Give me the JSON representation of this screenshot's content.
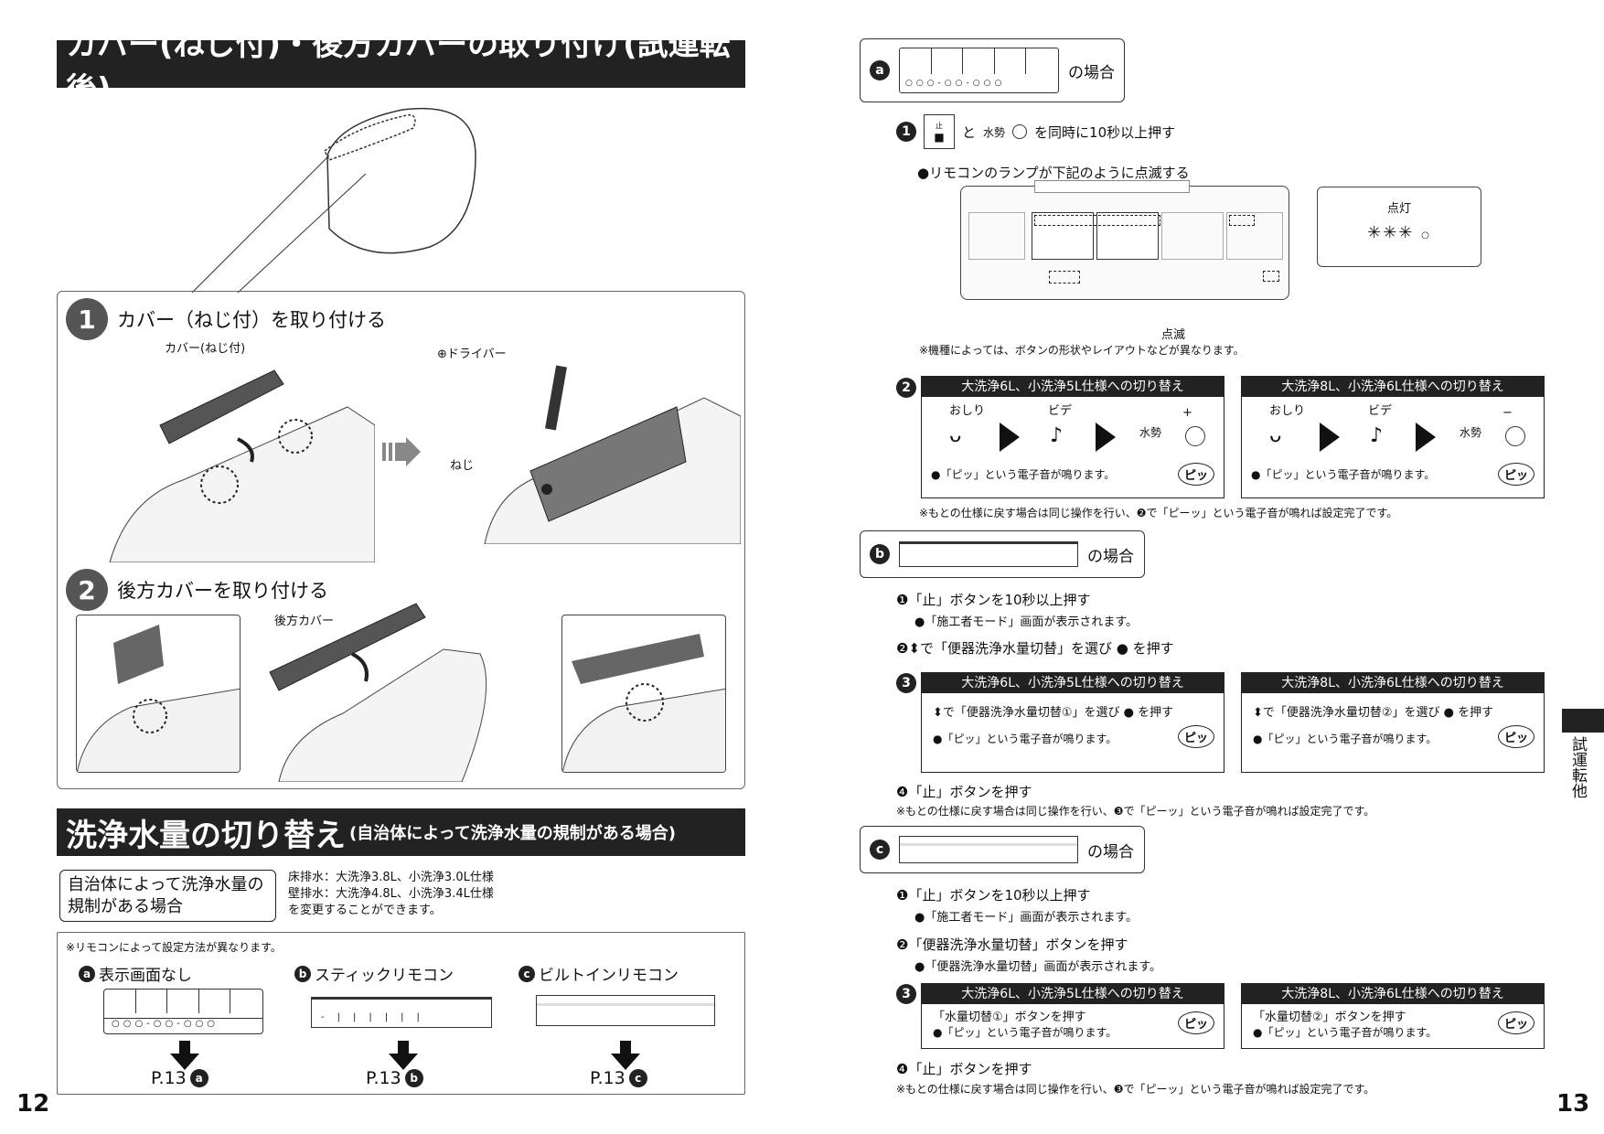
{
  "left": {
    "title1": "カバー(ねじ付)・後方カバーの取り付け(試運転後)",
    "step1": {
      "num": "1",
      "label": "カバー（ねじ付）を取り付ける",
      "part_label": "カバー(ねじ付)",
      "driver_label": "⊕ドライバー",
      "screw_label": "ねじ"
    },
    "step2": {
      "num": "2",
      "label": "後方カバーを取り付ける",
      "part_label": "後方カバー"
    },
    "title2": "洗浄水量の切り替え",
    "title2_sub": "(自治体によって洗浄水量の規制がある場合)",
    "reg_box": "自治体によって洗浄水量の規制がある場合",
    "reg_lines": [
      "床排水：大洗浄3.8L、小洗浄3.0L仕様",
      "壁排水：大洗浄4.8L、小洗浄3.4L仕様",
      "を変更することができます。"
    ],
    "remote_note": "※リモコンによって設定方法が異なります。",
    "remotes": [
      {
        "mark": "a",
        "name": "表示画面なし",
        "ref": "P.13"
      },
      {
        "mark": "b",
        "name": "スティックリモコン",
        "ref": "P.13"
      },
      {
        "mark": "c",
        "name": "ビルトインリモコン",
        "ref": "P.13"
      }
    ],
    "page_num": "12"
  },
  "right": {
    "case_suffix": "の場合",
    "a": {
      "mark": "a",
      "step1_and": "と",
      "step1_key1": "止",
      "step1_key2": "水勢",
      "step1_text": "を同時に10秒以上押す",
      "blink_note": "●リモコンのランプが下記のように点滅する",
      "lit": "点灯",
      "blink": "点滅",
      "layout_note": "※機種によっては、ボタンの形状やレイアウトなどが異なります。",
      "panel_left_title": "大洗浄6L、小洗浄5L仕様への切り替え",
      "panel_right_title": "大洗浄8L、小洗浄6L仕様への切り替え",
      "oshiri": "おしり",
      "bide": "ビデ",
      "suisei": "水勢",
      "plus": "+",
      "minus": "−",
      "beep": "●「ピッ」という電子音が鳴ります。",
      "pi": "ピッ",
      "restore": "※もとの仕様に戻す場合は同じ操作を行い、❷で「ピーッ」という電子音が鳴れば設定完了です。"
    },
    "b": {
      "mark": "b",
      "s1": "❶「止」ボタンを10秒以上押す",
      "s1n": "●「施工者モード」画面が表示されます。",
      "s2": "❷⬍で「便器洗浄水量切替」を選び ● を押す",
      "s3_left": "⬍で「便器洗浄水量切替①」を選び ● を押す",
      "s3_right": "⬍で「便器洗浄水量切替②」を選び ● を押す",
      "s4": "❹「止」ボタンを押す",
      "restore": "※もとの仕様に戻す場合は同じ操作を行い、❸で「ピーッ」という電子音が鳴れば設定完了です。"
    },
    "c": {
      "mark": "c",
      "s1": "❶「止」ボタンを10秒以上押す",
      "s1n": "●「施工者モード」画面が表示されます。",
      "s2": "❷「便器洗浄水量切替」ボタンを押す",
      "s2n": "●「便器洗浄水量切替」画面が表示されます。",
      "s3_left": "「水量切替①」ボタンを押す",
      "s3_right": "「水量切替②」ボタンを押す",
      "s4": "❹「止」ボタンを押す",
      "restore": "※もとの仕様に戻す場合は同じ操作を行い、❸で「ピーッ」という電子音が鳴れば設定完了です。"
    },
    "tab": "試運転他",
    "page_num": "13"
  }
}
